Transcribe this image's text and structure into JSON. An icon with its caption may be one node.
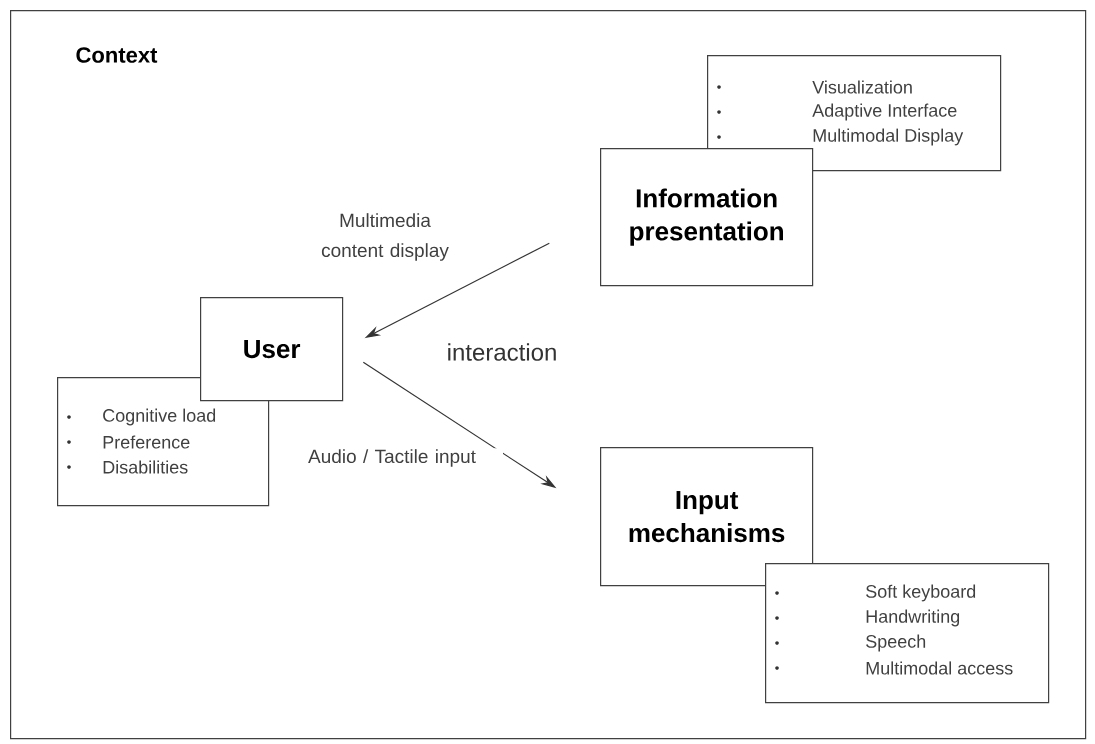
{
  "diagram": {
    "nodes": [
      {
        "text": [
          "Context"
        ]
      },
      {
        "text": [
          "Visualization",
          "Adaptive Interface",
          "Multimodal Display"
        ],
        "in": 0
      },
      {
        "text": [
          "Information presentation"
        ],
        "in": 0
      },
      {
        "text": [
          "User"
        ],
        "in": 0
      },
      {
        "text": [
          "Cognitive load",
          "Preference",
          "Disabilities"
        ],
        "in": 0
      },
      {
        "text": [
          "Input mechanisms"
        ],
        "in": 0
      },
      {
        "text": [
          "Soft keyboard",
          "Handwriting",
          "Speech",
          "Multimodal access"
        ],
        "in": 0
      }
    ],
    "edges": [
      {
        "from": 2,
        "to": 3,
        "arrow": "to",
        "label": "Multimedia content display"
      },
      {
        "from": 3,
        "to": 5,
        "arrow": "to",
        "label": "Audio / Tactile input"
      }
    ],
    "labels": [
      "interaction"
    ]
  }
}
